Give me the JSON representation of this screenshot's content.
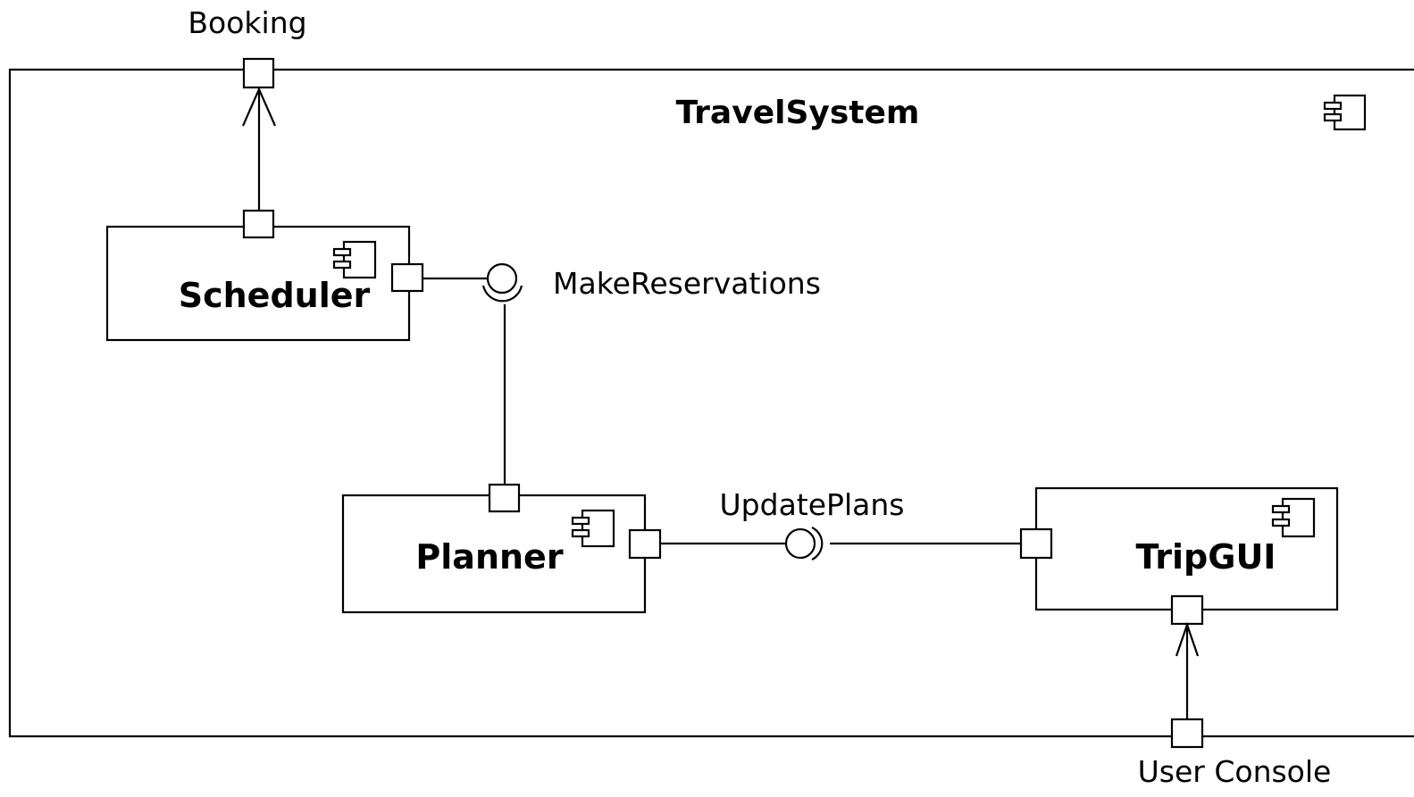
{
  "system": {
    "name": "TravelSystem",
    "icon": "component-icon"
  },
  "external_ports": {
    "booking": "Booking",
    "user_console": "User Console"
  },
  "components": {
    "scheduler": {
      "name": "Scheduler",
      "icon": "component-icon"
    },
    "planner": {
      "name": "Planner",
      "icon": "component-icon"
    },
    "tripgui": {
      "name": "TripGUI",
      "icon": "component-icon"
    }
  },
  "interfaces": {
    "make_reservations": "MakeReservations",
    "update_plans": "UpdatePlans"
  }
}
